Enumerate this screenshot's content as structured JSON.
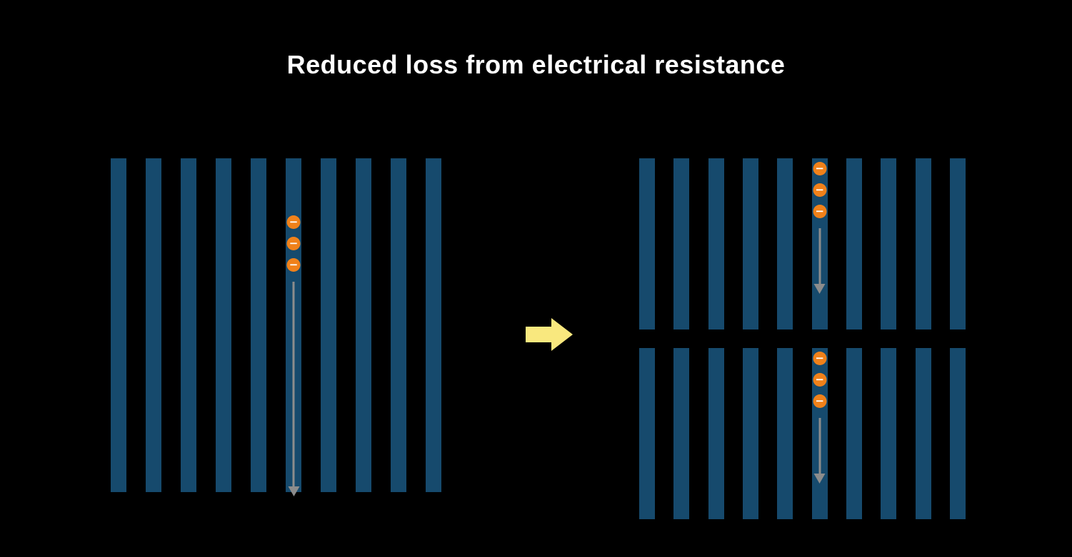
{
  "title": "Reduced loss from electrical resistance",
  "electron_symbol": "−",
  "colors": {
    "background": "#000000",
    "title": "#FFFFFF",
    "bar": "#164A6D",
    "electron_fill": "#F0811A",
    "electron_symbol": "#FFFFFF",
    "flow_arrow": "#8C8C8C",
    "transition_arrow": "#F9E87E"
  },
  "panels": [
    {
      "id": "full-cell",
      "bar_count": 10,
      "electron_count": 3,
      "flow_direction": "down"
    },
    {
      "id": "half-cell-top",
      "bar_count": 10,
      "electron_count": 3,
      "flow_direction": "down"
    },
    {
      "id": "half-cell-bottom",
      "bar_count": 10,
      "electron_count": 3,
      "flow_direction": "down"
    }
  ],
  "transition_arrow": {
    "direction": "right"
  }
}
